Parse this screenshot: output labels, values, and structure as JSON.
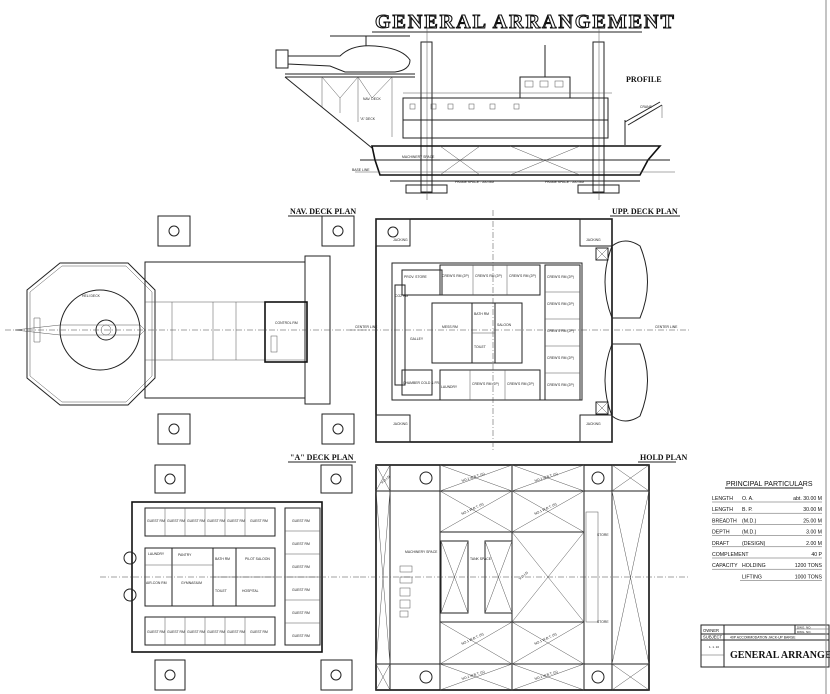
{
  "drawing": {
    "title": "GENERAL ARRANGEMENT",
    "views": {
      "profile": "PROFILE",
      "nav_deck": "NAV. DECK PLAN",
      "upp_deck": "UPP. DECK PLAN",
      "a_deck": "\"A\" DECK PLAN",
      "hold": "HOLD PLAN"
    },
    "profile_labels": {
      "nav_deck": "NAV. DECK",
      "a_deck": "\"A\" DECK",
      "machinery": "MACHINERY SPACE",
      "frame_space_1": "FRAME SPACE : 500 MM",
      "frame_space_2": "FRAME SPACE : 500 MM",
      "base_line": "BASE LINE",
      "crane": "CRANE"
    },
    "nav_labels": {
      "heli_deck": "HELI DECK",
      "control_rm": "CONTROL RM"
    },
    "upp_labels": {
      "prov_store": "PROV. STORE",
      "co2_rm": "CO2 RM",
      "mess_rm": "MESS RM",
      "galley": "GALLEY",
      "bath_rm": "BATH RM",
      "saloon": "SALOON",
      "toilet": "TOILET",
      "chamber": "CHAMBER COLD & FR.",
      "laundry": "LAUNDRY",
      "crew_rm": "CREW'S RM (2P)",
      "jacking": "JACKING",
      "center_line": "CENTER LINE"
    },
    "a_labels": {
      "guest_rm": "GUEST RM",
      "laundry": "LAUNDRY",
      "pantry": "PANTRY",
      "bath_rm": "BATH RM",
      "pilot_saloon": "PILOT SALOON",
      "air_con": "AIR-CON RM",
      "gymnasium": "GYMNASIUM",
      "toilet": "TOILET",
      "hospital": "HOSPITAL"
    },
    "hold_labels": {
      "machinery": "MACHINERY SPACE",
      "tank_space": "TANK SPACE",
      "store": "STORE",
      "void": "V.O.I.D",
      "wbt": "NO.1 W.B.T. (S)"
    }
  },
  "principal_particulars": {
    "heading": "PRINCIPAL PARTICULARS",
    "rows": [
      {
        "label": "LENGTH",
        "qual": "O. A.",
        "value": "abt. 30.00 M"
      },
      {
        "label": "LENGTH",
        "qual": "B. P.",
        "value": "30.00 M"
      },
      {
        "label": "BREADTH",
        "qual": "(M.D.)",
        "value": "25.00 M"
      },
      {
        "label": "DEPTH",
        "qual": "(M.D.)",
        "value": "3.00 M"
      },
      {
        "label": "DRAFT",
        "qual": "(DESIGN)",
        "value": "2.00 M"
      },
      {
        "label": "COMPLEMENT",
        "qual": "",
        "value": "40 P"
      },
      {
        "label": "CAPACITY",
        "qual": "HOLDING",
        "value": "1200 TONS"
      },
      {
        "label": "",
        "qual": "LIFTING",
        "value": "1000 TONS"
      }
    ]
  },
  "title_block": {
    "owner_label": "OWNER",
    "subject_label": "SUBJECT",
    "subject": "40P ACCOMMODATION JACK-UP BARGE",
    "dwg_no_1": "DWG. NO.",
    "dwg_no_2": "DWG. NO.",
    "date": "1. 1. 10",
    "title": "GENERAL ARRANGEMENT"
  }
}
